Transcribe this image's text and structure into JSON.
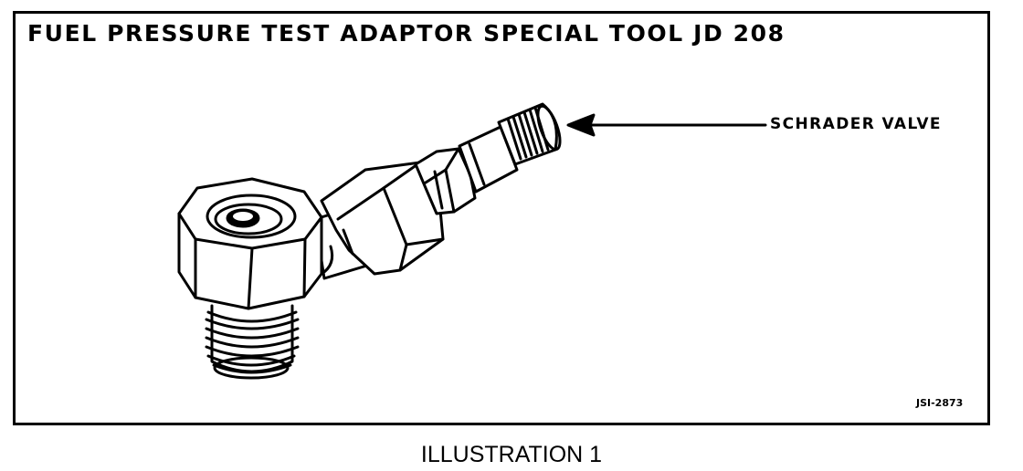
{
  "figure": {
    "title": "FUEL PRESSURE TEST ADAPTOR SPECIAL TOOL JD 208",
    "callout_label": "SCHRADER  VALVE",
    "figure_code": "JSI-2873",
    "caption": "ILLUSTRATION 1"
  },
  "colors": {
    "ink": "#000000",
    "paper": "#ffffff"
  },
  "parts": [
    "banjo-hex-nut",
    "threaded-stem",
    "hex-body",
    "small-hex-nut",
    "threaded-tip",
    "pointer-arrow"
  ]
}
